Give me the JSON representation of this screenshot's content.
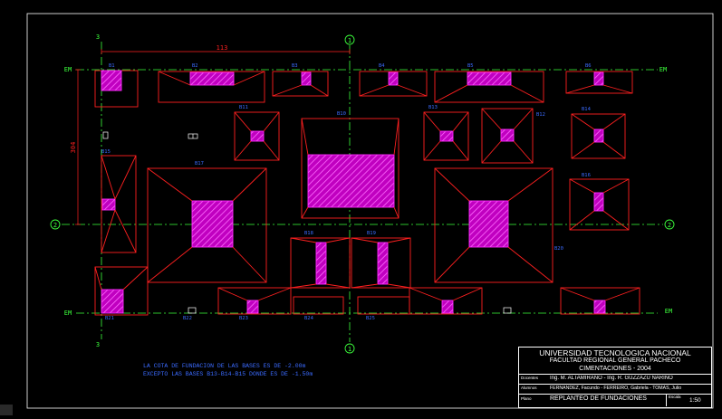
{
  "colors": {
    "background": "#000000",
    "frame": "#ffffff",
    "footing": "#ff2020",
    "column": "#ff2cff",
    "axis": "#3cff3c",
    "dims": "#ff2020",
    "labels": "#3b6bff",
    "titleblock": "#ffffff"
  },
  "axes": {
    "vertical_1_top": "1",
    "vertical_1_bottom": "1",
    "vertical_3_top": "3",
    "vertical_3_bottom": "3",
    "horizontal_2_left": "2",
    "horizontal_2_right": "2",
    "em_top_left": "EM",
    "em_top_right": "EM",
    "em_bottom_left": "EM",
    "em_bottom_right": "EM"
  },
  "dimensions": {
    "top_span": "113",
    "left_span": "304"
  },
  "footing_labels": [
    "B1",
    "B2",
    "B3",
    "B4",
    "B5",
    "B6",
    "B11",
    "B10",
    "B13",
    "B12",
    "B14",
    "B15",
    "B17",
    "B16",
    "B18",
    "B19",
    "B20",
    "B21",
    "B22",
    "B23",
    "B24",
    "B25"
  ],
  "notes": {
    "line1": "LA COTA DE FUNDACION DE LAS BASES ES DE -2.00m",
    "line2": "EXCEPTO LAS BASES B13-B14-B15 DONDE ES DE -1.50m"
  },
  "titleblock": {
    "university": "UNIVERSIDAD TECNOLOGICA NACIONAL",
    "faculty": "FACULTAD REGIONAL GENERAL PACHECO",
    "course": "CIMENTACIONES  -  2004",
    "docentes_label": "Docentes",
    "docentes": "Ing. M. ALTAMIRANO - Ing. R. GUZZAZU NARINO",
    "alumnos_label": "Alumnos",
    "alumnos": "FERNANDEZ, Facundo - FERREIRO, Gabriela - TOMAS, Julio",
    "plano_label": "Plano",
    "plano": "REPLANTEO DE FUNDACIONES",
    "escala_label": "Escala",
    "escala": "1:50"
  }
}
